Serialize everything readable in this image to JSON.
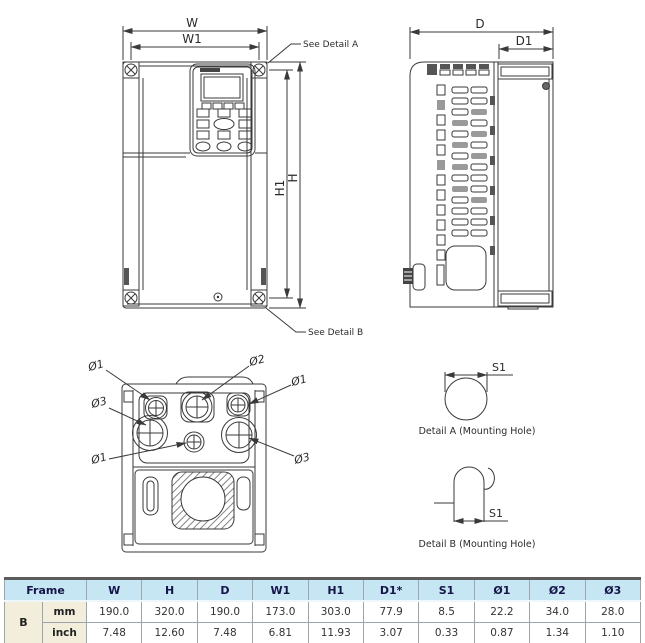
{
  "drawing": {
    "dim_labels": {
      "W": "W",
      "W1": "W1",
      "H": "H",
      "H1": "H1",
      "D": "D",
      "D1": "D1",
      "S1": "S1"
    },
    "hole_labels": {
      "phi1": "Ø1",
      "phi2": "Ø2",
      "phi3": "Ø3"
    },
    "annotations": {
      "see_detail_a": "See Detail A",
      "see_detail_b": "See Detail B"
    },
    "captions": {
      "detail_a": "Detail A (Mounting Hole)",
      "detail_b": "Detail B (Mounting Hole)"
    }
  },
  "table": {
    "frame_header": "Frame",
    "frame_value": "B",
    "columns": [
      "W",
      "H",
      "D",
      "W1",
      "H1",
      "D1*",
      "S1",
      "Ø1",
      "Ø2",
      "Ø3"
    ],
    "rows": [
      {
        "unit": "mm",
        "values": [
          "190.0",
          "320.0",
          "190.0",
          "173.0",
          "303.0",
          "77.9",
          "8.5",
          "22.2",
          "34.0",
          "28.0"
        ]
      },
      {
        "unit": "inch",
        "values": [
          "7.48",
          "12.60",
          "7.48",
          "6.81",
          "11.93",
          "3.07",
          "0.33",
          "0.87",
          "1.34",
          "1.10"
        ]
      }
    ],
    "colors": {
      "header_bg": "#c7e6f3",
      "unit_bg": "#f2eedb",
      "table_line": "#9aa6ac",
      "drawing_line": "#3a3a3a"
    }
  }
}
